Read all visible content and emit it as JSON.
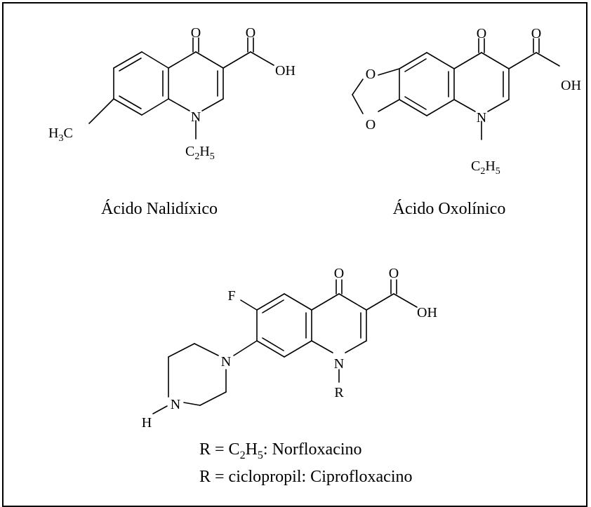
{
  "molecules": {
    "nalidixic": {
      "name": "Ácido Nalidíxico",
      "oxo": "O",
      "acid_o": "O",
      "acid_oh": "OH",
      "n": "N",
      "methyl": {
        "h": "H",
        "n3": "3",
        "c": "C"
      },
      "ethyl": {
        "c": "C",
        "n2": "2",
        "h": "H",
        "n5": "5"
      }
    },
    "oxolinic": {
      "name": "Ácido Oxolínico",
      "oxo": "O",
      "acid_o": "O",
      "acid_oh": "OH",
      "n": "N",
      "dioxole_o1": "O",
      "dioxole_o2": "O",
      "ethyl": {
        "c": "C",
        "n2": "2",
        "h": "H",
        "n5": "5"
      }
    },
    "fluoroquinolone": {
      "oxo": "O",
      "acid_o": "O",
      "acid_oh": "OH",
      "f": "F",
      "n1": "N",
      "r": "R",
      "pip_n1": "N",
      "pip_n4": "N",
      "pip_h": "H"
    }
  },
  "legend": {
    "line1": {
      "prefix": "R = C",
      "sub": "2",
      "mid": "H",
      "sub2": "5",
      "suffix": ": Norfloxacino"
    },
    "line2": "R = ciclopropil: Ciprofloxacino"
  }
}
